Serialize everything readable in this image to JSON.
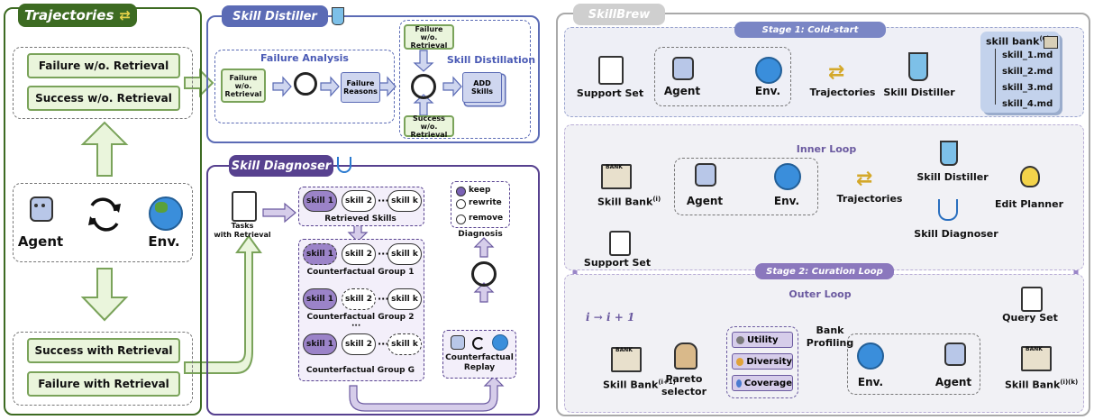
{
  "trajectories": {
    "title": "Trajectories",
    "top_items": [
      "Failure w/o. Retrieval",
      "Success w/o. Retrieval"
    ],
    "agent": "Agent",
    "env": "Env.",
    "bottom_items": [
      "Success with Retrieval",
      "Failure with Retrieval"
    ]
  },
  "distiller": {
    "title": "Skill Distiller",
    "failure_analysis": "Failure Analysis",
    "failure_input": [
      "Failure",
      "w/o.",
      "Retrieval"
    ],
    "failure_reasons": [
      "Failure",
      "Reasons"
    ],
    "skill_distillation": "Skill Distillation",
    "top_input": [
      "Failure w/o.",
      "Retrieval"
    ],
    "bottom_input": [
      "Success w/o.",
      "Retrieval"
    ],
    "add_skills": [
      "ADD",
      "Skills"
    ]
  },
  "diagnoser": {
    "title": "Skill Diagnoser",
    "tasks": [
      "Tasks",
      "with Retrieval"
    ],
    "retrieved_skills": "Retrieved Skills",
    "skills": [
      "skill 1",
      "skill 2",
      "skill k"
    ],
    "ellipsis": "···",
    "groups": [
      "Counterfactual Group 1",
      "Counterfactual Group 2",
      "Counterfactual Group G"
    ],
    "options": [
      "keep",
      "rewrite",
      "remove"
    ],
    "diagnosis": "Diagnosis",
    "replay": [
      "Counterfactual",
      "Replay"
    ]
  },
  "skillbrew": {
    "title": "SkillBrew",
    "stage1": "Stage 1: Cold-start",
    "support_set": "Support Set",
    "agent": "Agent",
    "env": "Env.",
    "trajectories": "Trajectories",
    "skill_distiller": "Skill Distiller",
    "skill_bank": "skill bank",
    "skill_bank_sup": "(0)",
    "files": [
      "skill_1.md",
      "skill_2.md",
      "skill_3.md",
      "skill_4.md"
    ],
    "inner_loop": "Inner Loop",
    "skill_bank_label": "Skill Bank",
    "sup_i": "(i)",
    "sup_ik": "(i)(k)",
    "sup_i1": "(i+1)",
    "edit_planner": "Edit Planner",
    "skill_diagnoser": "Skill Diagnoser",
    "stage2": "Stage 2: Curation Loop",
    "outer_loop": "Outer Loop",
    "query_set": "Query Set",
    "bank_profiling": [
      "Bank",
      "Profiling"
    ],
    "metrics": [
      "Utility",
      "Diversity",
      "Coverage"
    ],
    "pareto": [
      "Pareto",
      "selector"
    ],
    "iter": "i → i + 1",
    "bank_word": "BANK"
  },
  "colors": {
    "green_dark": "#3d6b22",
    "green_light": "#eaf5dc",
    "blue": "#5b6bb5",
    "purple": "#57418f",
    "purple_light": "#d6cdea",
    "gray": "#a0a0a0"
  }
}
